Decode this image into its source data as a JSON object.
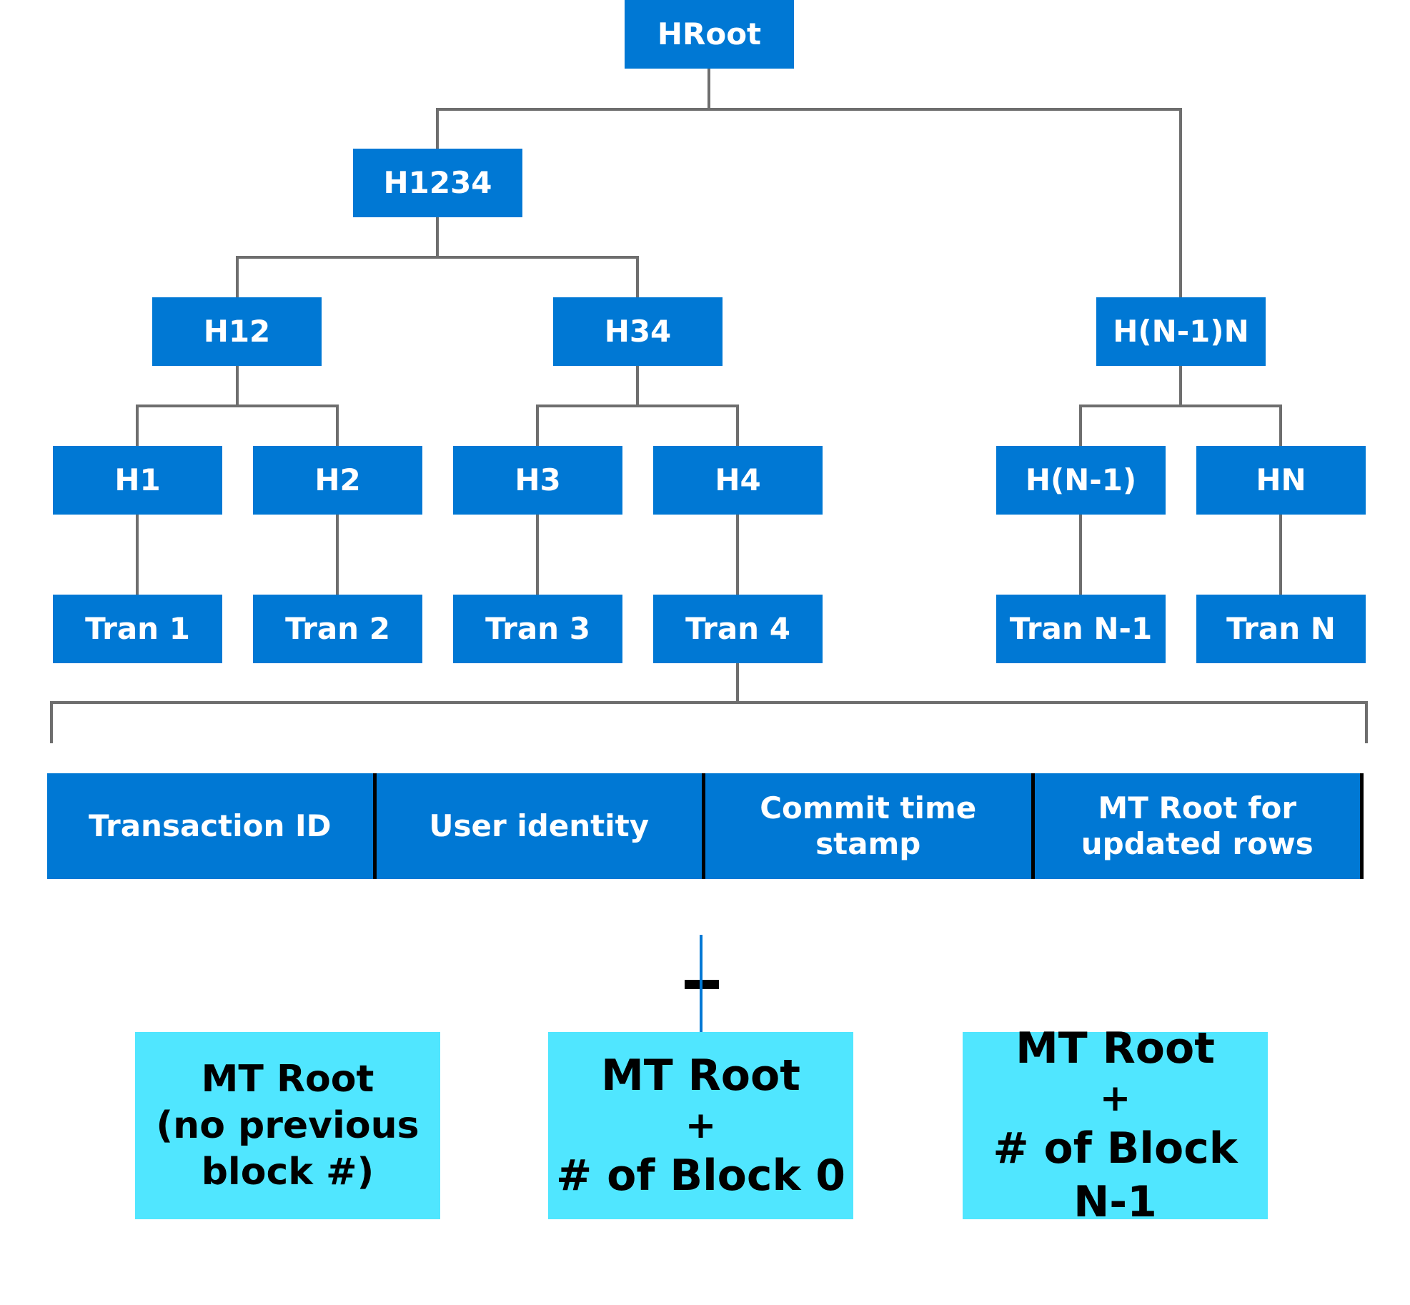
{
  "tree": {
    "root": "HRoot",
    "level1": [
      "H1234",
      "H(N-1)N"
    ],
    "level2": [
      "H12",
      "H34"
    ],
    "leaf_hashes": [
      "H1",
      "H2",
      "H3",
      "H4",
      "H(N-1)",
      "HN"
    ],
    "transactions": [
      "Tran 1",
      "Tran 2",
      "Tran 3",
      "Tran 4",
      "Tran N-1",
      "Tran N"
    ]
  },
  "record_fields": [
    "Transaction ID",
    "User identity",
    "Commit time\nstamp",
    "MT Root for\nupdated rows"
  ],
  "blocks": [
    {
      "lines": [
        "MT Root",
        "(no previous",
        "block #)"
      ]
    },
    {
      "lines": [
        "MT Root",
        "+",
        "# of Block 0"
      ]
    },
    {
      "lines": [
        "MT Root",
        "+",
        "# of Block N-1"
      ]
    }
  ],
  "colors": {
    "node_blue": "#0078d4",
    "block_cyan": "#50e6ff",
    "connector_gray": "#6e6e6e",
    "accent_line_blue": "#0078d4"
  }
}
